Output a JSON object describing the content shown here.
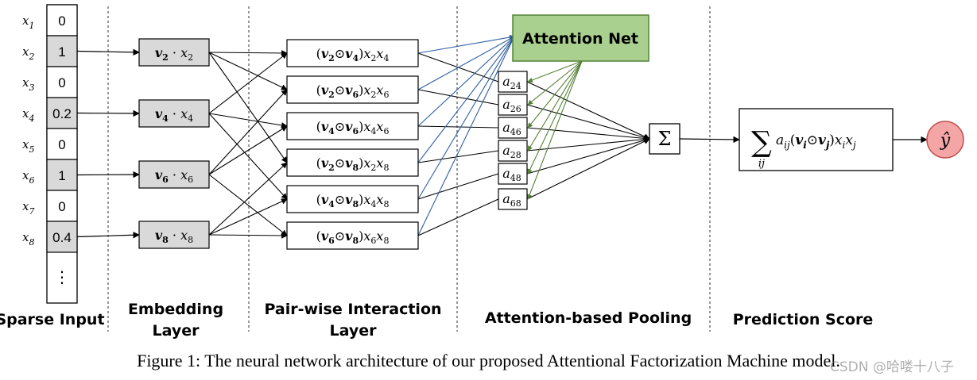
{
  "colors": {
    "gray_cell": "#d9d9d9",
    "attention_fill": "#a9d08e",
    "attention_stroke": "#548235",
    "output_fill": "#f4a6a6",
    "output_stroke": "#c0504d",
    "blue_arrow": "#2e5fa3",
    "green_arrow": "#548235"
  },
  "sparse": {
    "labels": [
      "x",
      "x",
      "x",
      "x",
      "x",
      "x",
      "x",
      "x"
    ],
    "subs": [
      "1",
      "2",
      "3",
      "4",
      "5",
      "6",
      "7",
      "8"
    ],
    "values": [
      "0",
      "1",
      "0",
      "0.2",
      "0",
      "1",
      "0",
      "0.4"
    ],
    "ellipsis": "⋮"
  },
  "embedding": [
    {
      "v": "v",
      "i": "2",
      "dot": " · ",
      "x": "x",
      "xi": "2"
    },
    {
      "v": "v",
      "i": "4",
      "dot": " · ",
      "x": "x",
      "xi": "4"
    },
    {
      "v": "v",
      "i": "6",
      "dot": " · ",
      "x": "x",
      "xi": "6"
    },
    {
      "v": "v",
      "i": "8",
      "dot": " · ",
      "x": "x",
      "xi": "8"
    }
  ],
  "pairs": [
    {
      "a": "2",
      "b": "4"
    },
    {
      "a": "2",
      "b": "6"
    },
    {
      "a": "4",
      "b": "6"
    },
    {
      "a": "2",
      "b": "8"
    },
    {
      "a": "4",
      "b": "8"
    },
    {
      "a": "6",
      "b": "8"
    }
  ],
  "attention_weights": [
    "24",
    "26",
    "46",
    "28",
    "48",
    "68"
  ],
  "attention_net": "Attention Net",
  "sum_symbol": "Σ",
  "prediction": {
    "sum": "∑",
    "sub": "ij",
    "a": "a",
    "a_sub": "ij",
    "open": "(",
    "vi": "v",
    "vi_sub": "i",
    "odot": "⊙",
    "vj": "v",
    "vj_sub": "j",
    "close": ")",
    "x1": "x",
    "x1_sub": "i",
    "x2": "x",
    "x2_sub": "j"
  },
  "output": {
    "y": "ŷ"
  },
  "layers": {
    "sparse": [
      "Sparse Input"
    ],
    "embedding": [
      "Embedding",
      "Layer"
    ],
    "interaction": [
      "Pair-wise Interaction",
      "Layer"
    ],
    "pooling": [
      "Attention-based Pooling"
    ],
    "prediction": [
      "Prediction Score"
    ]
  },
  "caption": "Figure 1: The neural network architecture of our proposed Attentional Factorization Machine model.",
  "watermark": "CSDN @哈喽十八子"
}
